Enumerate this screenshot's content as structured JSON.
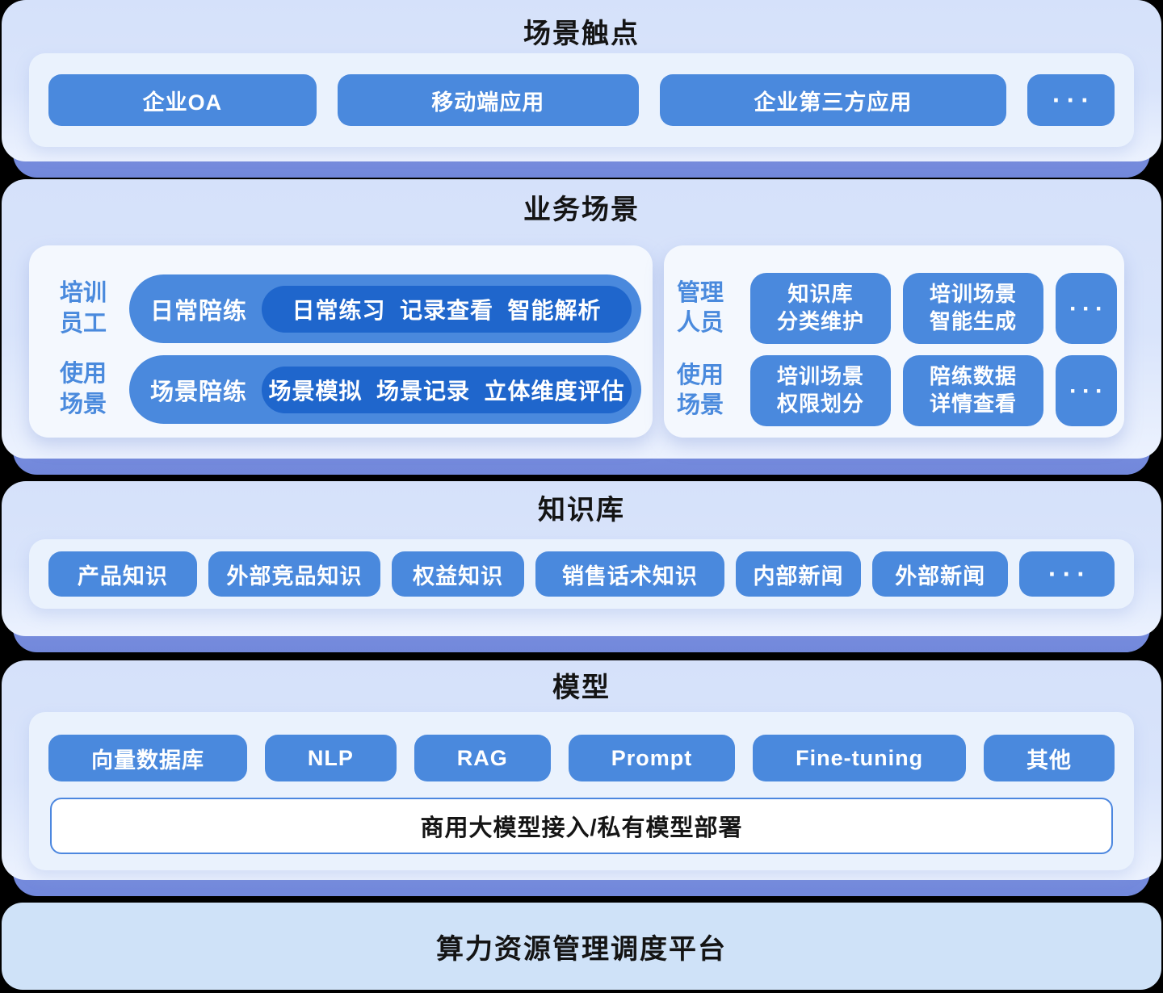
{
  "colors": {
    "accent_blue": "#4A89DD",
    "deep_blue": "#1F66CC",
    "underlay_blue": "#7E95E2",
    "panel_light_blue": "#D8E3FB",
    "tray_light": "#EAF2FD",
    "card_white": "#F4F8FE",
    "bottom_bar_blue": "#CFE2F8",
    "label_blue": "#4A8ADD"
  },
  "sections": {
    "touchpoints": {
      "title": "场景触点",
      "items": [
        "企业OA",
        "移动端应用",
        "企业第三方应用",
        "···"
      ]
    },
    "business": {
      "title": "业务场景",
      "left_card": {
        "rows": [
          {
            "label": "培训\n员工",
            "pill_label": "日常陪练",
            "pill_items": "日常练习  记录查看  智能解析"
          },
          {
            "label": "使用\n场景",
            "pill_label": "场景陪练",
            "pill_items": "场景模拟  场景记录  立体维度评估"
          }
        ]
      },
      "right_card": {
        "rows": [
          {
            "label": "管理\n人员",
            "buttons": [
              "知识库\n分类维护",
              "培训场景\n智能生成",
              "···"
            ]
          },
          {
            "label": "使用\n场景",
            "buttons": [
              "培训场景\n权限划分",
              "陪练数据\n详情查看",
              "···"
            ]
          }
        ]
      }
    },
    "knowledge": {
      "title": "知识库",
      "items": [
        "产品知识",
        "外部竞品知识",
        "权益知识",
        "销售话术知识",
        "内部新闻",
        "外部新闻",
        "···"
      ]
    },
    "model": {
      "title": "模型",
      "items": [
        "向量数据库",
        "NLP",
        "RAG",
        "Prompt",
        "Fine-tuning",
        "其他"
      ],
      "bar": "商用大模型接入/私有模型部署"
    },
    "platform": {
      "title": "算力资源管理调度平台"
    }
  }
}
